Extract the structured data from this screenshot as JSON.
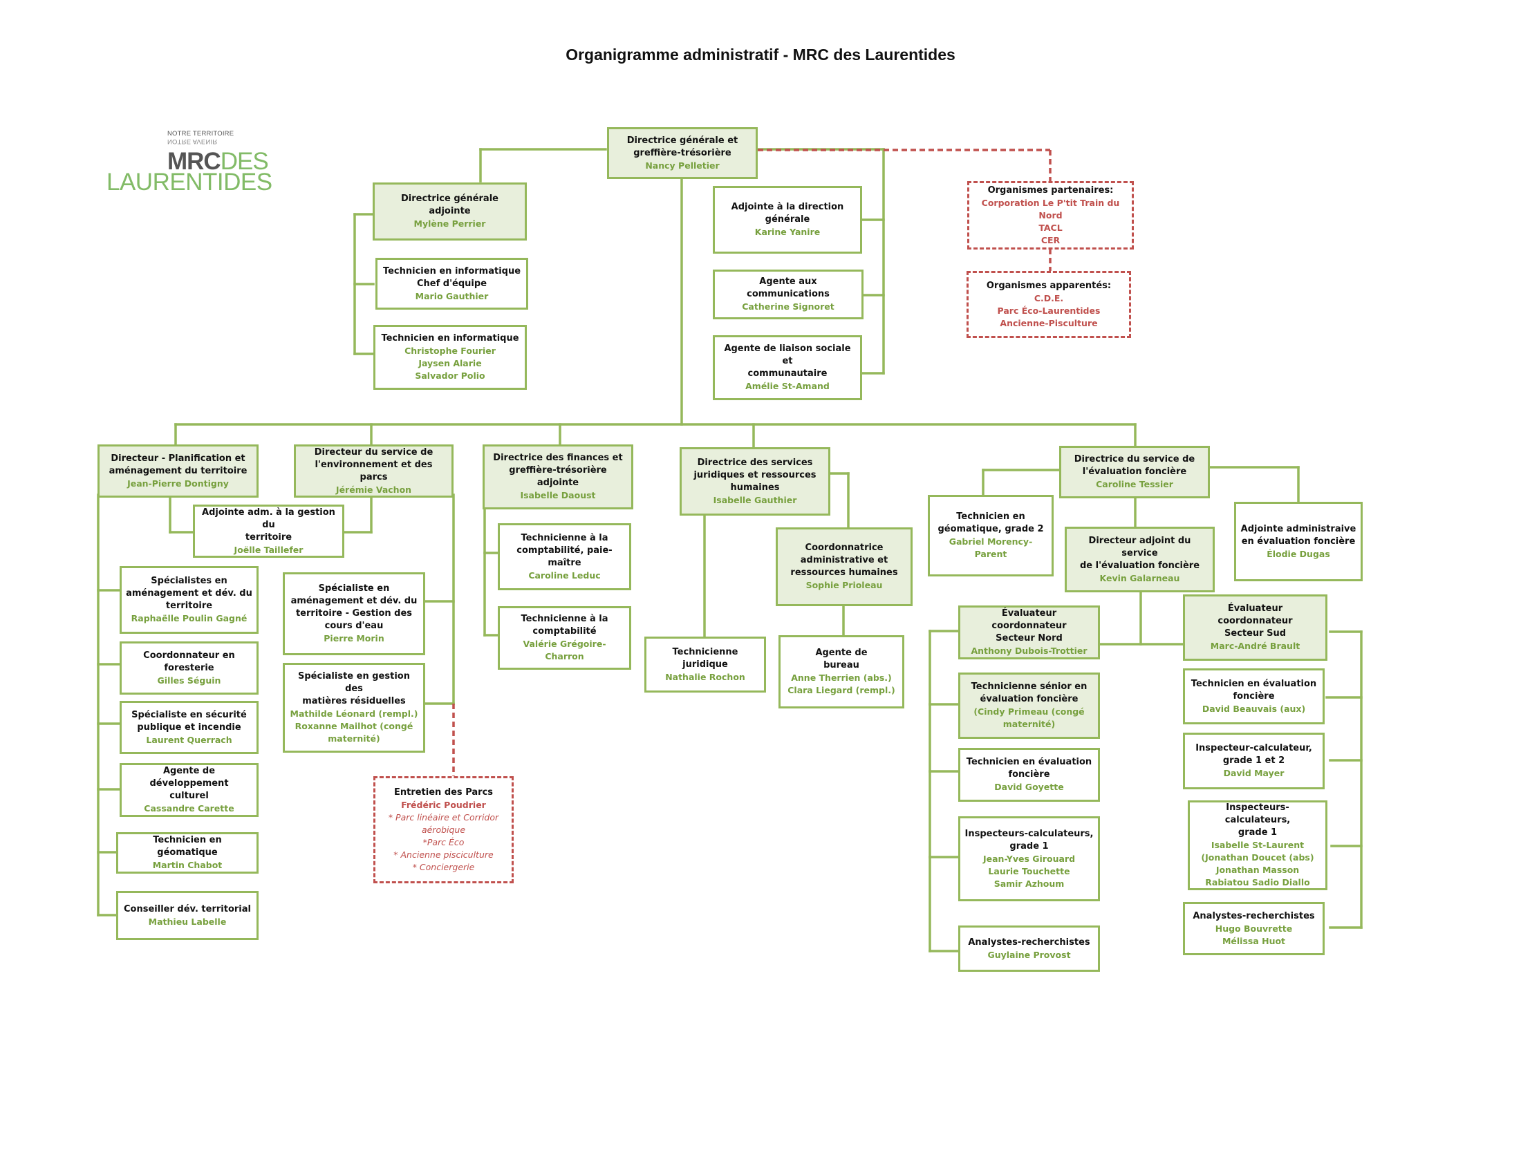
{
  "title": "Organigramme administratif - MRC des Laurentides",
  "logo": {
    "tagline_1": "NOTRE TERRITOIRE",
    "tagline_2": "NOTRE AVENIR",
    "mrc": "MRC",
    "des": "DES",
    "laurentides": "LAURENTIDES"
  },
  "colors": {
    "box_border": "#95b85b",
    "box_fill": "#e8efdc",
    "name_text": "#77a03e",
    "partner_dashed": "#c0504d"
  },
  "dg": {
    "title": [
      "Directrice générale et",
      "greffière-trésorière"
    ],
    "names": [
      "Nancy Pelletier"
    ]
  },
  "dga": {
    "title": [
      "Directrice générale",
      "adjointe"
    ],
    "names": [
      "Mylène Perrier"
    ]
  },
  "tech_chef": {
    "title": [
      "Technicien en informatique",
      "Chef d'équipe"
    ],
    "names": [
      "Mario Gauthier"
    ]
  },
  "tech_info": {
    "title": [
      "Technicien en informatique"
    ],
    "names": [
      "Christophe Fourier",
      "Jaysen Alarie",
      "Salvador Polio"
    ]
  },
  "adj_dir": {
    "title": [
      "Adjointe à la direction",
      "générale"
    ],
    "names": [
      "Karine Yanire"
    ]
  },
  "comm": {
    "title": [
      "Agente aux communications"
    ],
    "names": [
      "Catherine Signoret"
    ]
  },
  "liaison": {
    "title": [
      "Agente de liaison sociale et",
      "communautaire"
    ],
    "names": [
      "Amélie St-Amand"
    ]
  },
  "partenaires": {
    "title": [
      "Organismes partenaires:"
    ],
    "items": [
      "Corporation Le P'tit Train du Nord",
      "TACL",
      "CER"
    ]
  },
  "apparentes": {
    "title": [
      "Organismes apparentés:"
    ],
    "items": [
      "C.D.E.",
      "Parc Éco-Laurentides",
      "Ancienne-Pisculture"
    ]
  },
  "plan": {
    "title": [
      "Directeur - Planification et",
      "aménagement du territoire"
    ],
    "names": [
      "Jean-Pierre Dontigny"
    ]
  },
  "env": {
    "title": [
      "Directeur du service  de",
      "l'environnement et des parcs"
    ],
    "names": [
      "Jérémie Vachon"
    ]
  },
  "adj_adm": {
    "title": [
      "Adjointe adm. à la gestion du",
      "territoire"
    ],
    "names": [
      "Joëlle Taillefer"
    ]
  },
  "spec_amen": {
    "title": [
      "Spécialistes en",
      "aménagement et dév. du",
      "territoire"
    ],
    "names": [
      "Raphaëlle Poulin Gagné"
    ]
  },
  "forest": {
    "title": [
      "Coordonnateur en",
      "foresterie"
    ],
    "names": [
      "Gilles Séguin"
    ]
  },
  "secur": {
    "title": [
      "Spécialiste en sécurité",
      "publique et incendie"
    ],
    "names": [
      "Laurent Querrach"
    ]
  },
  "culture": {
    "title": [
      "Agente de développement",
      "culturel"
    ],
    "names": [
      "Cassandre Carette"
    ]
  },
  "geomat1": {
    "title": [
      "Technicien en géomatique"
    ],
    "names": [
      "Martin Chabot"
    ]
  },
  "conseil": {
    "title": [
      "Conseiller dév. territorial"
    ],
    "names": [
      "Mathieu Labelle"
    ]
  },
  "spec_eau": {
    "title": [
      "Spécialiste en",
      "aménagement et dév. du",
      "territoire - Gestion des",
      "cours d'eau"
    ],
    "names": [
      "Pierre Morin"
    ]
  },
  "spec_mat": {
    "title": [
      "Spécialiste en gestion des",
      "matières résiduelles"
    ],
    "names": [
      "Mathilde Léonard (rempl.)",
      "Roxanne Mailhot (congé",
      "maternité)"
    ]
  },
  "entretien": {
    "title": [
      "Entretien des Parcs"
    ],
    "names": [
      "Frédéric Poudrier"
    ],
    "items": [
      "* Parc linéaire et Corridor",
      "aérobique",
      "*Parc Éco",
      "* Ancienne pisciculture",
      "* Conciergerie"
    ]
  },
  "finances": {
    "title": [
      "Directrice des finances et",
      "greffière-trésorière adjointe"
    ],
    "names": [
      "Isabelle Daoust"
    ]
  },
  "tech_compta_paie": {
    "title": [
      "Technicienne à la",
      "comptabilité, paie-maître"
    ],
    "names": [
      "Caroline Leduc"
    ]
  },
  "tech_compta": {
    "title": [
      "Technicienne à la",
      "comptabilité"
    ],
    "names": [
      "Valérie Grégoire-Charron"
    ]
  },
  "juridique": {
    "title": [
      "Directrice des services",
      "juridiques et ressources",
      "humaines"
    ],
    "names": [
      "Isabelle Gauthier"
    ]
  },
  "tech_jur": {
    "title": [
      "Technicienne juridique"
    ],
    "names": [
      "Nathalie Rochon"
    ]
  },
  "coord_rh": {
    "title": [
      "Coordonnatrice",
      "administrative et",
      "ressources humaines"
    ],
    "names": [
      "Sophie Prioleau"
    ]
  },
  "agente_bureau": {
    "title": [
      "Agente de",
      "bureau"
    ],
    "names": [
      "Anne Therrien (abs.)",
      "Clara Liegard (rempl.)"
    ]
  },
  "eval": {
    "title": [
      "Directrice du service de",
      "l'évaluation foncière"
    ],
    "names": [
      "Caroline Tessier"
    ]
  },
  "geomat2": {
    "title": [
      "Technicien en",
      "géomatique, grade 2"
    ],
    "names": [
      "Gabriel Morency-Parent"
    ]
  },
  "dir_adj_eval": {
    "title": [
      "Directeur adjoint du service",
      "de l'évaluation foncière"
    ],
    "names": [
      "Kevin Galarneau"
    ]
  },
  "adj_eval": {
    "title": [
      "Adjointe administraive",
      "en évaluation foncière"
    ],
    "names": [
      "Élodie Dugas"
    ]
  },
  "eval_nord": {
    "title": [
      "Évaluateur coordonnateur",
      "Secteur Nord"
    ],
    "names": [
      "Anthony Dubois-Trottier"
    ]
  },
  "tech_senior": {
    "title": [
      "Technicienne sénior en",
      "évaluation foncière"
    ],
    "names": [
      "(Cindy Primeau (congé",
      "maternité)"
    ]
  },
  "tech_eval_n": {
    "title": [
      "Technicien en évaluation",
      "foncière"
    ],
    "names": [
      "David Goyette"
    ]
  },
  "insp_n": {
    "title": [
      "Inspecteurs-calculateurs,",
      "grade 1"
    ],
    "names": [
      "Jean-Yves Girouard",
      "Laurie Touchette",
      "Samir Azhoum"
    ]
  },
  "analyst_n": {
    "title": [
      "Analystes-recherchistes"
    ],
    "names": [
      "Guylaine Provost"
    ]
  },
  "eval_sud": {
    "title": [
      "Évaluateur coordonnateur",
      "Secteur Sud"
    ],
    "names": [
      "Marc-André Brault"
    ]
  },
  "tech_eval_s": {
    "title": [
      "Technicien en évaluation",
      "foncière"
    ],
    "names": [
      "David Beauvais (aux)"
    ]
  },
  "insp_s12": {
    "title": [
      "Inspecteur-calculateur,",
      "grade 1 et 2"
    ],
    "names": [
      "David Mayer"
    ]
  },
  "insp_s1": {
    "title": [
      "Inspecteurs-calculateurs,",
      "grade 1"
    ],
    "names": [
      "Isabelle St-Laurent",
      "(Jonathan Doucet (abs)",
      "Jonathan Masson",
      "Rabiatou Sadio Diallo"
    ]
  },
  "analyst_s": {
    "title": [
      "Analystes-recherchistes"
    ],
    "names": [
      "Hugo Bouvrette",
      "Mélissa Huot"
    ]
  }
}
